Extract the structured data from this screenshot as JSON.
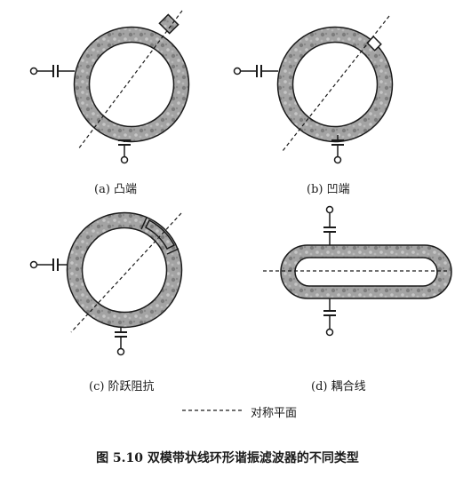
{
  "panels": {
    "a": {
      "caption": "(a) 凸端"
    },
    "b": {
      "caption": "(b) 凹端"
    },
    "c": {
      "caption": "(c) 阶跃阻抗"
    },
    "d": {
      "caption": "(d) 耦合线"
    }
  },
  "legend": {
    "label": "对称平面"
  },
  "figure_title": "图 5.10   双模带状线环形谐振滤波器的不同类型",
  "colors": {
    "ring_fill": "#9a9a9a",
    "stroke": "#1a1a1a",
    "background": "#ffffff"
  }
}
